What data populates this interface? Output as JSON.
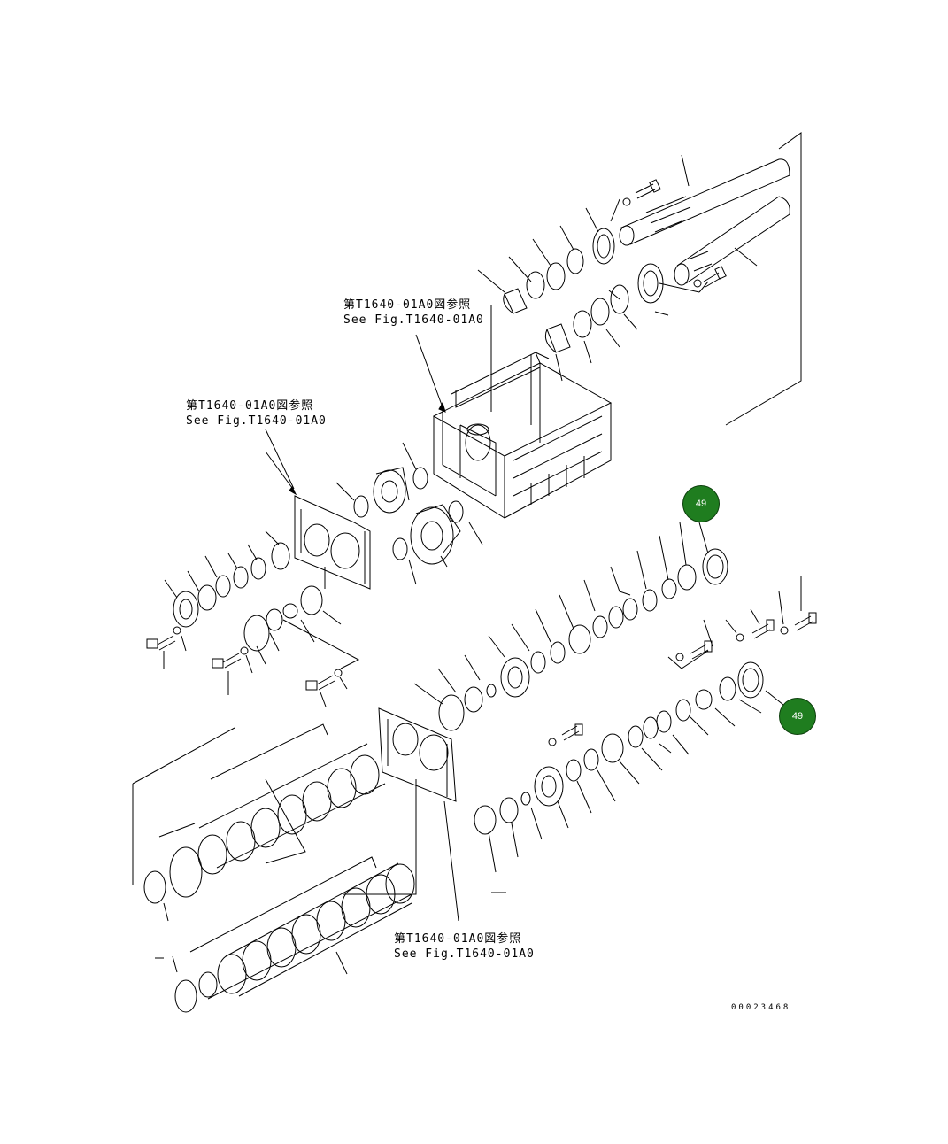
{
  "references": [
    {
      "jp": "第T1640-01A0図参照",
      "en": "See Fig.T1640-01A0"
    },
    {
      "jp": "第T1640-01A0図参照",
      "en": "See Fig.T1640-01A0"
    },
    {
      "jp": "第T1640-01A0図参照",
      "en": "See Fig.T1640-01A0"
    }
  ],
  "callouts": [
    "49",
    "49"
  ],
  "drawing_number": "00023468",
  "colors": {
    "callout_fill": "#1f7d1f",
    "line": "#000000"
  }
}
